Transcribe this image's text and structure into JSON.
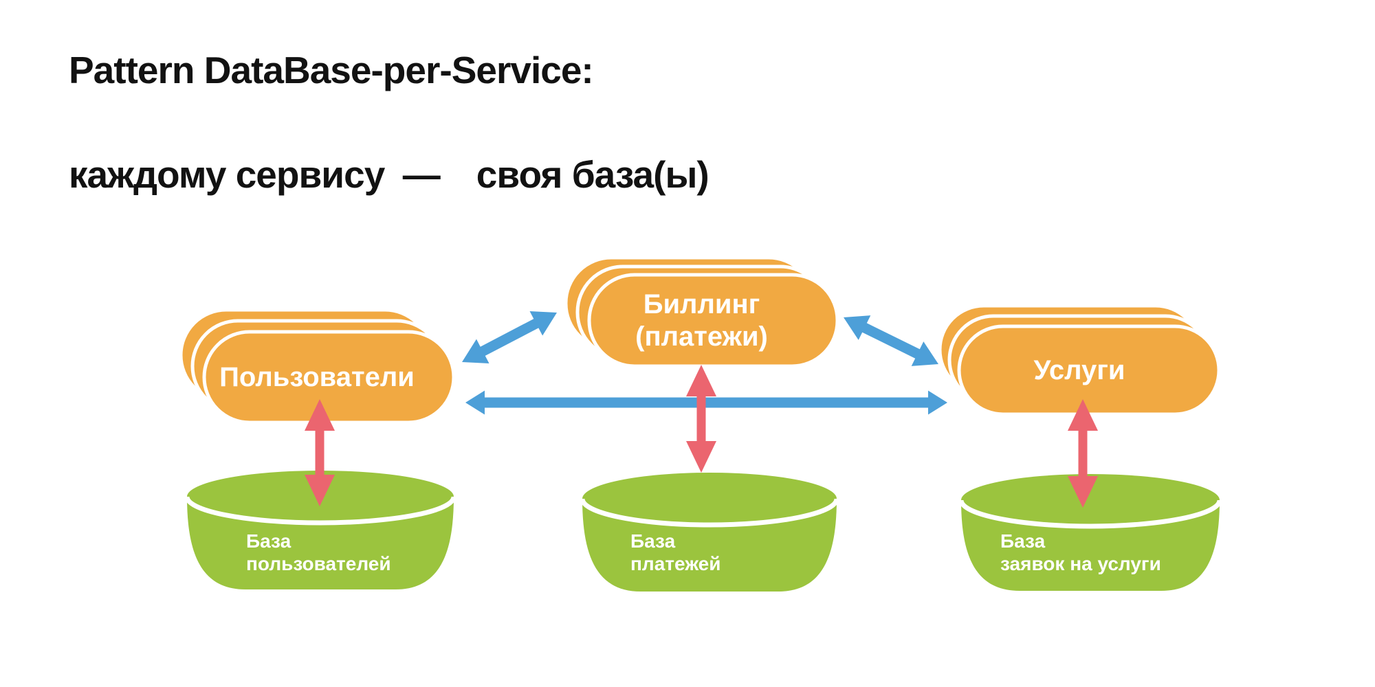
{
  "slide": {
    "title_line1": "Pattern DataBase-per-Service:",
    "title_line2": "каждому сервису —  своя база(ы)"
  },
  "services": [
    {
      "name": "users",
      "line1": "Пользователи",
      "line2": ""
    },
    {
      "name": "billing",
      "line1": "Биллинг",
      "line2": "(платежи)"
    },
    {
      "name": "services",
      "line1": "Услуги",
      "line2": ""
    }
  ],
  "databases": [
    {
      "name": "users-db",
      "line1": "База",
      "line2": "пользователей"
    },
    {
      "name": "payments-db",
      "line1": "База",
      "line2": "платежей"
    },
    {
      "name": "service-requests-db",
      "line1": "База",
      "line2": "заявок на услуги"
    }
  ],
  "colors": {
    "background": "#FFFFFF",
    "service_fill": "#F1A942",
    "database_fill": "#9BC43E",
    "service_link_arrow": "#4D9FD8",
    "database_link_arrow": "#EB656F",
    "title_text": "#121212",
    "shape_text": "#FFFFFF"
  }
}
